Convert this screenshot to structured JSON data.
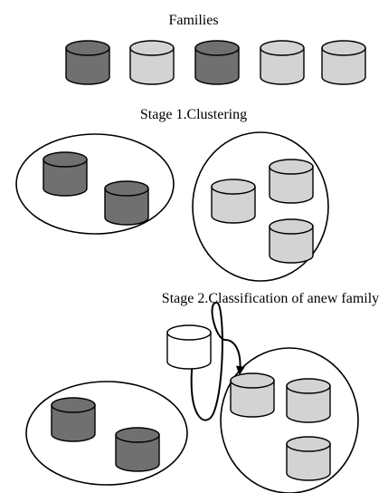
{
  "title": "Families",
  "stage1_label": "Stage 1.Clustering",
  "stage2_label": "Stage 2.Classification of anew family",
  "colors": {
    "dark": "#707070",
    "light": "#d3d3d3",
    "new": "#ffffff",
    "stroke": "#000000"
  },
  "families_row": [
    "dark",
    "light",
    "dark",
    "light",
    "light"
  ],
  "stage1_clusters": [
    [
      "dark",
      "dark"
    ],
    [
      "light",
      "light",
      "light"
    ]
  ],
  "stage2_clusters": [
    [
      "dark",
      "dark"
    ],
    [
      "light",
      "light",
      "light"
    ]
  ],
  "new_family": "new"
}
